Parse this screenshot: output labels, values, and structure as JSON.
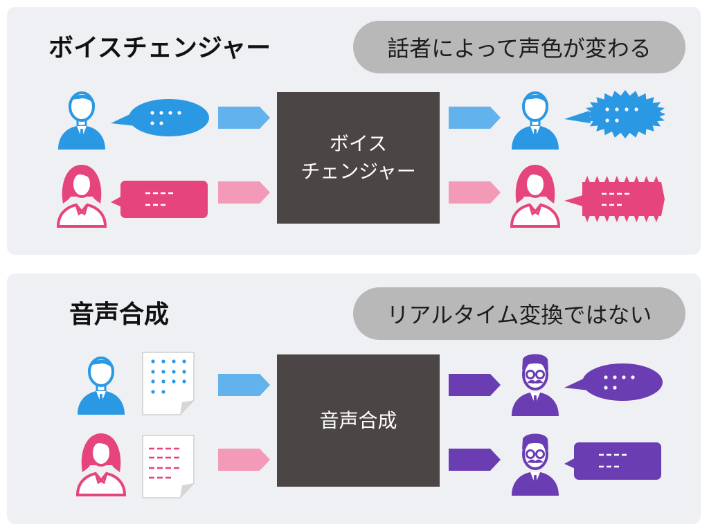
{
  "colors": {
    "blue": "#2b98e4",
    "blue_light": "#62b2ee",
    "pink": "#e6447c",
    "pink_light": "#f29ab7",
    "purple": "#6a3db3",
    "box": "#4b4645",
    "pill": "#b8b8b8",
    "panel": "#eef0f3"
  },
  "icons": [
    "male-user-icon",
    "female-user-icon",
    "mustache-man-icon",
    "speech-bubble-icon",
    "spiky-speech-bubble-icon",
    "arrow-right-icon",
    "document-icon"
  ],
  "panels": [
    {
      "title": "ボイスチェンジャー",
      "note": "話者によって声色が変わる",
      "box_lines": [
        "ボイス",
        "チェンジャー"
      ]
    },
    {
      "title": "音声合成",
      "note": "リアルタイム変換ではない",
      "box_lines": [
        "音声合成"
      ]
    }
  ]
}
